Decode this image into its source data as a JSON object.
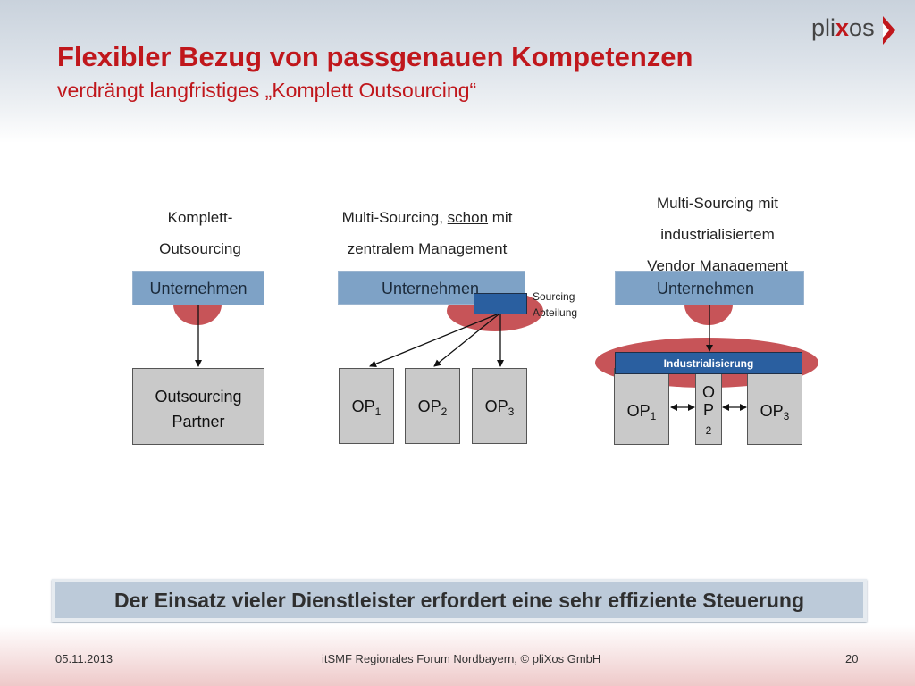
{
  "header": {
    "title": "Flexibler Bezug von passgenauen Kompetenzen",
    "subtitle": "verdrängt langfristiges „Komplett Outsourcing“"
  },
  "logo": {
    "text_a": "pli",
    "text_x": "x",
    "text_b": "os"
  },
  "colors": {
    "title_red": "#c0171c",
    "box_blue": "#7ea2c6",
    "dark_blue": "#2a5fa0",
    "ellipse_red": "#c75458",
    "box_grey": "#c9c9c9"
  },
  "col1": {
    "caption_l1": "Komplett-",
    "caption_l2": "Outsourcing",
    "company": "Unternehmen",
    "partner_l1": "Outsourcing",
    "partner_l2": "Partner"
  },
  "col2": {
    "caption_l1a": "Multi-Sourcing, ",
    "caption_l1b": "schon",
    "caption_l1c": " mit",
    "caption_l2": "zentralem Management",
    "company": "Unternehmen",
    "sourcing_l1": "Sourcing",
    "sourcing_l2": "Abteilung",
    "op1": "OP",
    "op1_sub": "1",
    "op2": "OP",
    "op2_sub": "2",
    "op3": "OP",
    "op3_sub": "3"
  },
  "col3": {
    "caption_l1": "Multi-Sourcing mit",
    "caption_l2": "industrialisiertem",
    "caption_l3": "Vendor Management",
    "company": "Unternehmen",
    "industrial": "Industrialisierung",
    "op1": "OP",
    "op1_sub": "1",
    "op2_a": "O",
    "op2_b": "P",
    "op2_sub": "2",
    "op3": "OP",
    "op3_sub": "3"
  },
  "bottom_bar": "Der Einsatz vieler Dienstleister erfordert eine sehr effiziente Steuerung",
  "footer": {
    "date": "05.11.2013",
    "event": "itSMF Regionales Forum Nordbayern, © pliXos GmbH",
    "page": "20"
  }
}
